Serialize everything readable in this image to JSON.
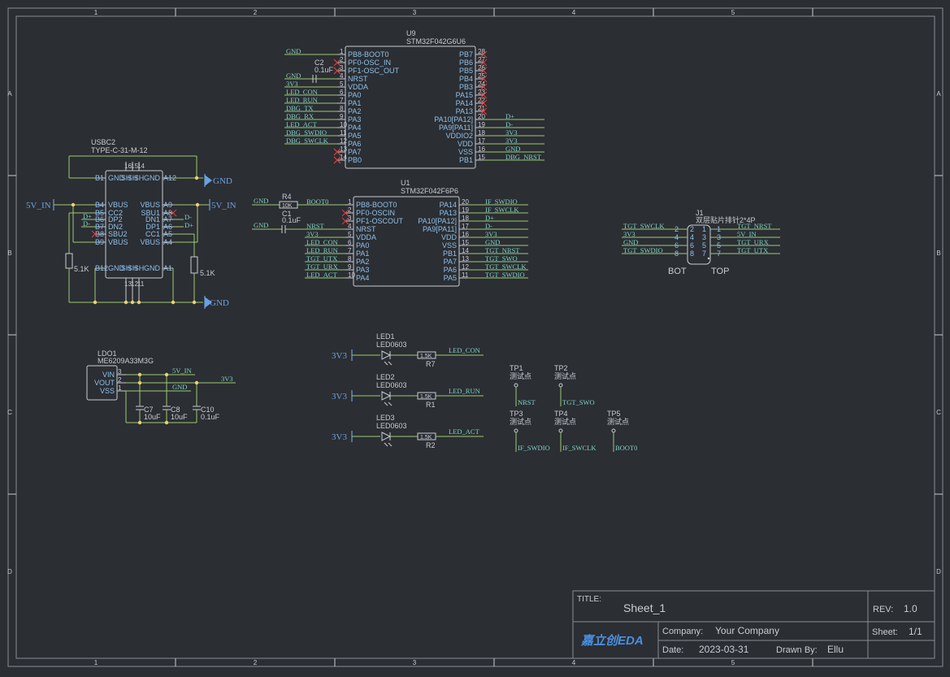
{
  "frame": {
    "col_labels": [
      "1",
      "2",
      "3",
      "4",
      "5"
    ],
    "row_labels": [
      "A",
      "B",
      "C",
      "D"
    ]
  },
  "title_block": {
    "title_label": "TITLE:",
    "title": "Sheet_1",
    "rev_label": "REV:",
    "rev": "1.0",
    "company_label": "Company:",
    "company": "Your Company",
    "sheet_label": "Sheet:",
    "sheet": "1/1",
    "date_label": "Date:",
    "date": "2023-03-31",
    "drawn_label": "Drawn By:",
    "drawn": "Ellu",
    "logo_text": "嘉立创EDA"
  },
  "u9": {
    "ref": "U9",
    "part": "STM32F042G6U6",
    "left_pins": [
      "PB8-BOOT0",
      "PF0-OSC_IN",
      "PF1-OSC_OUT",
      "NRST",
      "VDDA",
      "PA0",
      "PA1",
      "PA2",
      "PA3",
      "PA4",
      "PA5",
      "PA6",
      "PA7",
      "PB0"
    ],
    "left_nums": [
      "1",
      "2",
      "3",
      "4",
      "5",
      "6",
      "7",
      "8",
      "9",
      "10",
      "11",
      "12",
      "13",
      "14"
    ],
    "right_pins": [
      "PB7",
      "PB6",
      "PB5",
      "PB4",
      "PB3",
      "PA15",
      "PA14",
      "PA13",
      "PA10[PA12]",
      "PA9[PA11]",
      "VDDIO2",
      "VDD",
      "VSS",
      "PB1"
    ],
    "right_nums": [
      "28",
      "27",
      "26",
      "25",
      "24",
      "23",
      "22",
      "21",
      "20",
      "19",
      "18",
      "17",
      "16",
      "15"
    ],
    "left_nets": [
      "GND",
      "",
      "",
      "GND",
      "3V3",
      "LED_CON",
      "LED_RUN",
      "DBG_TX",
      "DBG_RX",
      "LED_ACT",
      "DBG_SWDIO",
      "DBG_SWCLK",
      "",
      ""
    ],
    "right_nets": [
      "",
      "",
      "",
      "",
      "",
      "",
      "",
      "",
      "D+",
      "D-",
      "3V3",
      "3V3",
      "GND",
      "DBG_NRST"
    ],
    "c2_ref": "C2",
    "c2_val": "0.1uF"
  },
  "u1": {
    "ref": "U1",
    "part": "STM32F042F6P6",
    "left_pins": [
      "PB8-BOOT0",
      "PF0-OSCIN",
      "PF1-OSCOUT",
      "NRST",
      "VDDA",
      "PA0",
      "PA1",
      "PA2",
      "PA3",
      "PA4"
    ],
    "left_nums": [
      "1",
      "2",
      "3",
      "4",
      "5",
      "6",
      "7",
      "8",
      "9",
      "10"
    ],
    "right_pins": [
      "PA14",
      "PA13",
      "PA10[PA12]",
      "PA9[PA11]",
      "VDD",
      "VSS",
      "PB1",
      "PA7",
      "PA6",
      "PA5"
    ],
    "right_nums": [
      "20",
      "19",
      "18",
      "17",
      "16",
      "15",
      "14",
      "13",
      "12",
      "11"
    ],
    "left_nets": [
      "BOOT0",
      "",
      "",
      "NRST",
      "3V3",
      "LED_CON",
      "LED_RUN",
      "TGT_UTX",
      "TGT_URX",
      "LED_ACT"
    ],
    "right_nets": [
      "IF_SWDIO",
      "IF_SWCLK",
      "D+",
      "D-",
      "3V3",
      "GND",
      "TGT_NRST",
      "TGT_SWO",
      "TGT_SWCLK",
      "TGT_SWDIO"
    ],
    "r4_ref": "R4",
    "r4_val": "10K",
    "c1_ref": "C1",
    "c1_val": "0.1uF",
    "gnd_a": "GND",
    "gnd_b": "GND"
  },
  "usb": {
    "ref": "USBC2",
    "part": "TYPE-C-31-M-12",
    "left_pins": [
      "GND",
      "VBUS",
      "CC2",
      "DP2",
      "DN2",
      "SBU2",
      "VBUS",
      "GND"
    ],
    "left_nums": [
      "B1",
      "B4",
      "B5",
      "B6",
      "B7",
      "B8",
      "B9",
      "B12"
    ],
    "right_pins": [
      "GND",
      "VBUS",
      "SBU1",
      "DN1",
      "DP1",
      "CC1",
      "VBUS",
      "GND"
    ],
    "right_nums": [
      "A12",
      "A9",
      "A8",
      "A7",
      "A6",
      "A5",
      "A4",
      "A1"
    ],
    "shield_top": [
      "SH",
      "SH",
      "SH"
    ],
    "shield_nums_top": [
      "16",
      "15",
      "14"
    ],
    "shield_nums_bottom": [
      "13",
      "12",
      "11"
    ],
    "dplus": "D+",
    "dminus": "D-",
    "r_val": "5.1K",
    "gnd_top": "GND",
    "gnd_bottom": "GND",
    "vin_left": "5V_IN",
    "vin_right": "5V_IN"
  },
  "ldo": {
    "ref": "LDO1",
    "part": "ME6209A33M3G",
    "pins": [
      "VIN",
      "VOUT",
      "VSS"
    ],
    "nums": [
      "3",
      "2",
      "1"
    ],
    "nets": [
      "5V_IN",
      "3V3",
      "GND"
    ],
    "caps": [
      {
        "ref": "C7",
        "val": "10uF"
      },
      {
        "ref": "C8",
        "val": "10uF"
      },
      {
        "ref": "C10",
        "val": "0.1uF"
      }
    ]
  },
  "leds": [
    {
      "ref": "LED1",
      "pkg": "LED0603",
      "rref": "R7",
      "rval": "1.5K",
      "net": "LED_CON",
      "pwr": "3V3"
    },
    {
      "ref": "LED2",
      "pkg": "LED0603",
      "rref": "R1",
      "rval": "1.5K",
      "net": "LED_RUN",
      "pwr": "3V3"
    },
    {
      "ref": "LED3",
      "pkg": "LED0603",
      "rref": "R2",
      "rval": "1.5K",
      "net": "LED_ACT",
      "pwr": "3V3"
    }
  ],
  "tps": [
    {
      "ref": "TP1",
      "desc": "测试点",
      "net": "NRST"
    },
    {
      "ref": "TP2",
      "desc": "测试点",
      "net": "TGT_SWO"
    },
    {
      "ref": "TP3",
      "desc": "测试点",
      "net": "IF_SWDIO"
    },
    {
      "ref": "TP4",
      "desc": "测试点",
      "net": "IF_SWCLK"
    },
    {
      "ref": "TP5",
      "desc": "测试点",
      "net": "BOOT0"
    }
  ],
  "j1": {
    "ref": "J1",
    "part": "双层贴片排针2*4P",
    "left_nums": [
      "2",
      "4",
      "6",
      "8"
    ],
    "inner_left": [
      "2",
      "4",
      "6",
      "8"
    ],
    "inner_right": [
      "1",
      "3",
      "5",
      "7"
    ],
    "right_nums": [
      "1",
      "3",
      "5",
      "7"
    ],
    "left_nets": [
      "TGT_SWCLK",
      "3V3",
      "GND",
      "TGT_SWDIO"
    ],
    "right_nets": [
      "TGT_NRST",
      "5V_IN",
      "TGT_URX",
      "TGT_UTX"
    ],
    "bot": "BOT",
    "top": "TOP"
  }
}
